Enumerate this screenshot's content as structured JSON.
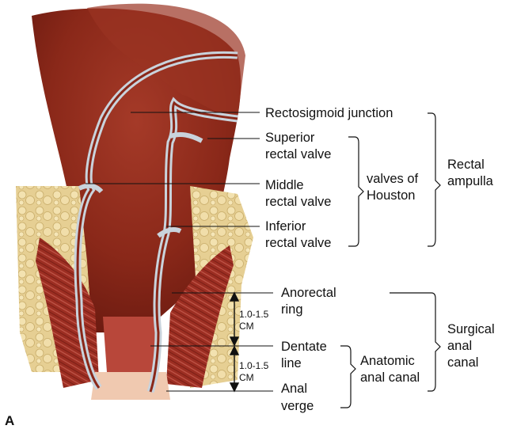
{
  "figure_letter": "A",
  "labels": {
    "rectosigmoid_junction": "Rectosigmoid junction",
    "superior_rectal_valve": [
      "Superior",
      "rectal valve"
    ],
    "middle_rectal_valve": [
      "Middle",
      "rectal valve"
    ],
    "inferior_rectal_valve": [
      "Inferior",
      "rectal valve"
    ],
    "valves_of_houston": [
      "valves of",
      "Houston"
    ],
    "rectal_ampulla": [
      "Rectal",
      "ampulla"
    ],
    "anorectal_ring": [
      "Anorectal",
      "ring"
    ],
    "dentate_line": [
      "Dentate",
      "line"
    ],
    "anal_verge": [
      "Anal",
      "verge"
    ],
    "anatomic_anal_canal": [
      "Anatomic",
      "anal canal"
    ],
    "surgical_anal_canal": [
      "Surgical",
      "anal",
      "canal"
    ],
    "measure_upper": [
      "1.0-1.5",
      "CM"
    ],
    "measure_lower": [
      "1.0-1.5",
      "CM"
    ]
  },
  "colors": {
    "lumen": "#8e2a1c",
    "lumen_dark": "#6e1c12",
    "wall": "#c9d3dc",
    "muscle": "#9a2d22",
    "fat": "#e8d49a",
    "skin": "#f0c9b0"
  }
}
